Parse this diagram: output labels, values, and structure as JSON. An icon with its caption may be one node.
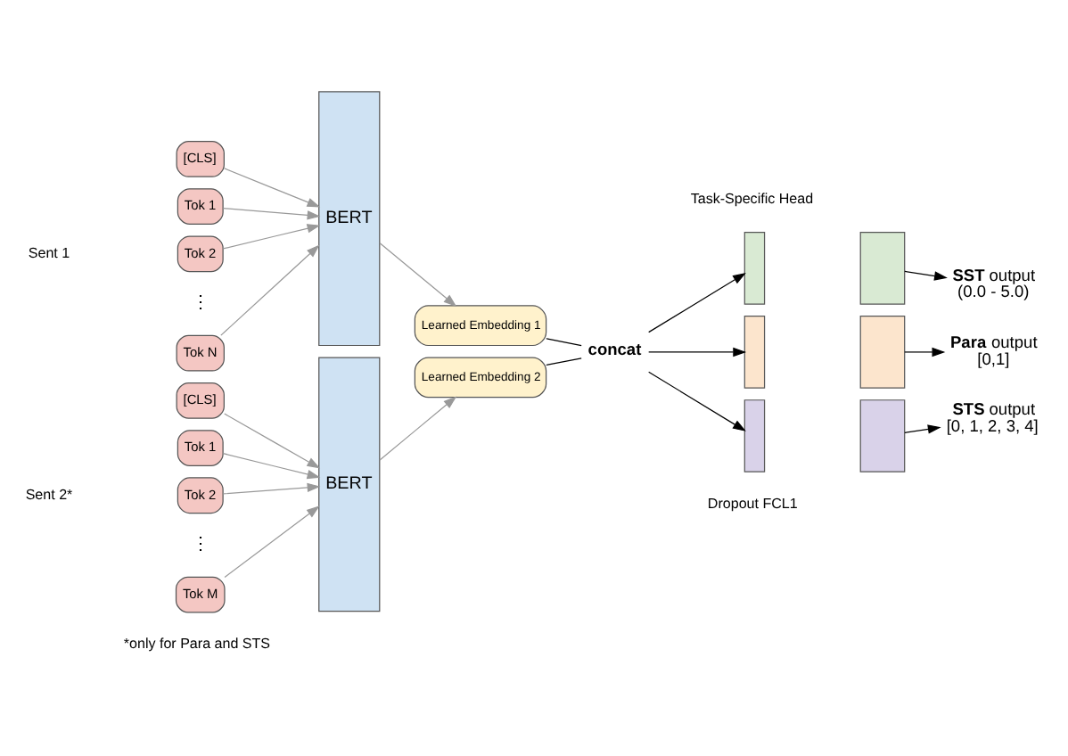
{
  "diagram": {
    "nodes": [
      {
        "text": [
          "[CLS]"
        ]
      },
      {
        "text": [
          "Tok 1"
        ]
      },
      {
        "text": [
          "Tok 2"
        ]
      },
      {
        "text": [
          "Tok N"
        ]
      },
      {
        "text": [
          "BERT"
        ]
      },
      {
        "text": [
          "Learned Embedding 1"
        ]
      },
      {
        "text": [
          "[CLS]"
        ]
      },
      {
        "text": [
          "Tok 1"
        ]
      },
      {
        "text": [
          "Tok 2"
        ]
      },
      {
        "text": [
          "Tok M"
        ]
      },
      {
        "text": [
          "BERT"
        ]
      },
      {
        "text": [
          "Learned Embedding 2"
        ]
      },
      {
        "text": [
          "**concat**"
        ]
      },
      {
        "text": [],
        "shape": "box"
      },
      {
        "text": [],
        "shape": "box"
      },
      {
        "text": [],
        "shape": "box"
      },
      {
        "text": [],
        "shape": "box"
      },
      {
        "text": [],
        "shape": "box"
      },
      {
        "text": [],
        "shape": "box"
      },
      {
        "text": [
          "**SST** output",
          "(0.0 - 5.0)"
        ]
      },
      {
        "text": [
          "**Para** output",
          "[0,1]"
        ]
      },
      {
        "text": [
          "**STS** output",
          "[0, 1, 2, 3, 4]"
        ]
      }
    ],
    "edges": [
      {
        "from": 0,
        "to": 4,
        "arrow": "to"
      },
      {
        "from": 1,
        "to": 4,
        "arrow": "to"
      },
      {
        "from": 2,
        "to": 4,
        "arrow": "to"
      },
      {
        "from": 3,
        "to": 4,
        "arrow": "to"
      },
      {
        "from": 4,
        "to": 5,
        "arrow": "to"
      },
      {
        "from": 6,
        "to": 10,
        "arrow": "to"
      },
      {
        "from": 7,
        "to": 10,
        "arrow": "to"
      },
      {
        "from": 8,
        "to": 10,
        "arrow": "to"
      },
      {
        "from": 9,
        "to": 10,
        "arrow": "to"
      },
      {
        "from": 10,
        "to": 11,
        "arrow": "to"
      },
      {
        "from": 5,
        "to": 12,
        "arrow": "none",
        "color": "#000000"
      },
      {
        "from": 11,
        "to": 12,
        "arrow": "none",
        "color": "#000000"
      },
      {
        "from": 12,
        "to": 13,
        "arrow": "to",
        "color": "#000000"
      },
      {
        "from": 12,
        "to": 15,
        "arrow": "to",
        "color": "#000000"
      },
      {
        "from": 12,
        "to": 17,
        "arrow": "to",
        "color": "#000000"
      },
      {
        "from": 14,
        "to": 19,
        "arrow": "to",
        "color": "#000000"
      },
      {
        "from": 16,
        "to": 20,
        "arrow": "to",
        "color": "#000000"
      },
      {
        "from": 18,
        "to": 21,
        "arrow": "to",
        "color": "#000000"
      }
    ],
    "labels": [
      "Sent 1",
      "⋮",
      "Sent 2*",
      "⋮",
      "Task-Specific Head",
      "Dropout FCL1",
      "*only for Para and STS"
    ]
  }
}
